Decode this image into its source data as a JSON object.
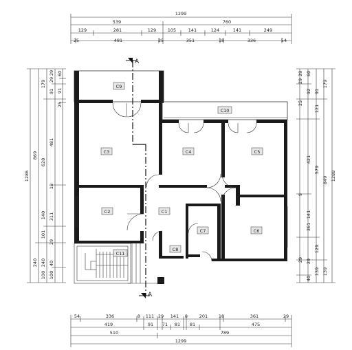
{
  "rooms": {
    "c9": "C9",
    "c10": "C10",
    "c3": "C3",
    "c4": "C4",
    "c5": "C5",
    "c2": "C2",
    "c1": "C1",
    "c7": "C7",
    "c6": "C6",
    "c8": "C8",
    "c11": "C11"
  },
  "section_marker": {
    "top": "A",
    "bottom": "A"
  },
  "dimensions": {
    "top": {
      "row1": [
        "1299"
      ],
      "row2": [
        "539",
        "760"
      ],
      "row3": [
        "129",
        "281",
        "129",
        "105",
        "141",
        "124",
        "141",
        "249"
      ],
      "row4": [
        "25",
        "481",
        "25",
        "351",
        "18",
        "336",
        "54"
      ]
    },
    "bottom": {
      "row1": [
        "54",
        "336",
        "8",
        "111",
        "29",
        "141",
        "8",
        "201",
        "18",
        "361",
        "29"
      ],
      "row2": [
        "419",
        "91",
        "71",
        "81",
        "81",
        "475"
      ],
      "row3": [
        "510",
        "789"
      ],
      "row4": [
        "1299"
      ]
    },
    "left": {
      "outer": [
        "1286"
      ],
      "second": [
        "869",
        "240"
      ],
      "third": [
        "179",
        "628",
        "101",
        "240"
      ],
      "fourth": [
        "91",
        "481",
        "140",
        "311",
        "40",
        "100"
      ],
      "fifth": [
        "60",
        "29",
        "91",
        "25",
        "18",
        "29",
        "100"
      ],
      "sixth": [
        "29",
        "29"
      ]
    },
    "right": {
      "outer": [
        "1288"
      ],
      "second": [
        "179",
        "849",
        "139"
      ],
      "third": [
        "91",
        "121",
        "579",
        "129",
        "139"
      ],
      "fourth": [
        "60",
        "29",
        "92",
        "421",
        "141",
        "361",
        "29",
        "40"
      ],
      "fifth": [
        "29",
        "25",
        "9",
        "29"
      ]
    }
  },
  "colors": {
    "wall": "#1a1a1a",
    "line": "#333333",
    "tag_bg": "#e6e6e6",
    "section": "#111111"
  }
}
